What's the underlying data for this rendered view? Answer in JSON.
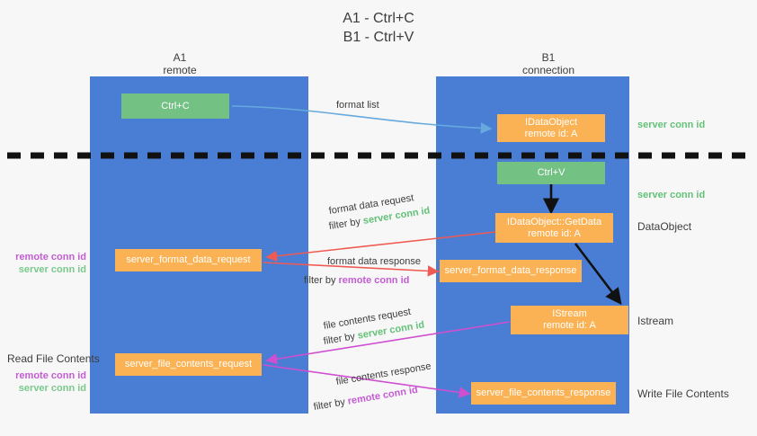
{
  "title": {
    "line1": "A1 - Ctrl+C",
    "line2": "B1 - Ctrl+V"
  },
  "lanes": [
    {
      "id": "a1",
      "name": "A1",
      "role": "remote"
    },
    {
      "id": "b1",
      "name": "B1",
      "role": "connection"
    }
  ],
  "nodes": {
    "ctrl_c": {
      "line1": "Ctrl+C",
      "line2": "",
      "color": "#74c184"
    },
    "idataobject": {
      "line1": "IDataObject",
      "line2": "remote id: A",
      "color": "#fbb254"
    },
    "ctrl_v": {
      "line1": "Ctrl+V",
      "line2": "",
      "color": "#74c184"
    },
    "getdata": {
      "line1": "IDataObject::GetData",
      "line2": "remote id: A",
      "color": "#fbb254"
    },
    "istream": {
      "line1": "IStream",
      "line2": "remote id: A",
      "color": "#fbb254"
    },
    "fmt_req": {
      "line1": "server_format_data_request",
      "line2": "",
      "color": "#fbb254"
    },
    "fmt_res": {
      "line1": "server_format_data_response",
      "line2": "",
      "color": "#fbb254"
    },
    "file_req": {
      "line1": "server_file_contents_request",
      "line2": "",
      "color": "#fbb254"
    },
    "file_res": {
      "line1": "server_file_contents_response",
      "line2": "",
      "color": "#fbb254"
    }
  },
  "edges": {
    "format_list": {
      "label": "format list"
    },
    "fmt_request": {
      "label": "format data request",
      "filter_prefix": "filter by ",
      "filter_key": "server conn id"
    },
    "fmt_response": {
      "label": "format data response",
      "filter_prefix": "filter by ",
      "filter_key": "remote conn id"
    },
    "file_request": {
      "label": "file contents request",
      "filter_prefix": "filter by ",
      "filter_key": "server conn id"
    },
    "file_response": {
      "label": "file contents response",
      "filter_prefix": "filter by ",
      "filter_key": "remote conn id"
    }
  },
  "side_labels": {
    "server_conn_top": "server conn id",
    "server_conn_mid": "server conn id",
    "dataobject": "DataObject",
    "istream": "Istream",
    "write_file_contents": "Write File Contents",
    "read_file_contents": "Read File Contents"
  },
  "legends": {
    "mid": {
      "remote": "remote conn id",
      "server": "server conn id"
    },
    "low": {
      "remote": "remote conn id",
      "server": "server conn id"
    }
  },
  "colors": {
    "lane": "#4a7ed4",
    "green": "#74c184",
    "orange": "#fbb254",
    "green_text": "#63c178",
    "magenta_text": "#c45cd4",
    "blue_arrow": "#67a9dd",
    "red_arrow": "#ef5a52",
    "magenta_arrow": "#cf4fd0",
    "black": "#111111"
  }
}
